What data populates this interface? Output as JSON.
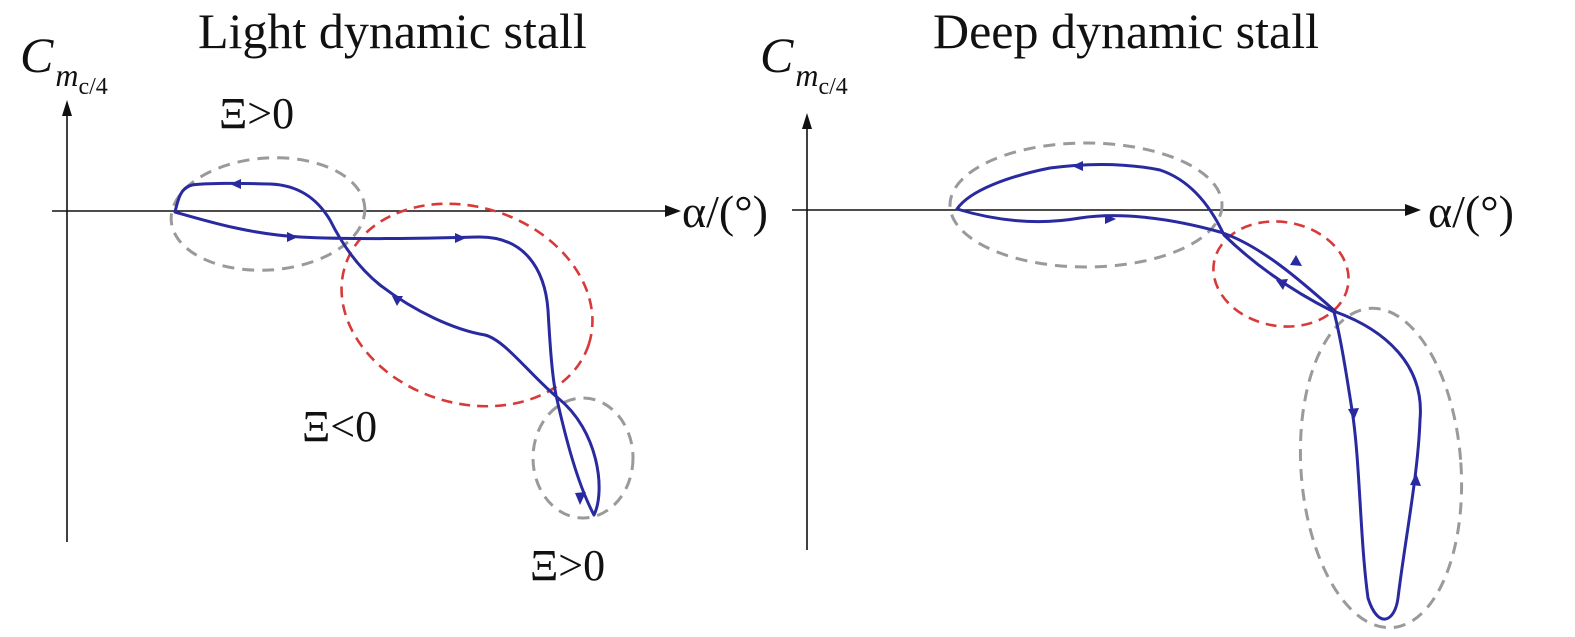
{
  "panels": [
    {
      "title": "Light dynamic stall",
      "y_label": {
        "main": "C",
        "sub": "m",
        "subsub": "c/4"
      },
      "x_label": "α/(°)",
      "regions": [
        {
          "label": "Ξ>0",
          "color": "#9a9a9a"
        },
        {
          "label": "Ξ<0",
          "color": "#d83a3a"
        },
        {
          "label": "Ξ>0",
          "color": "#9a9a9a"
        }
      ]
    },
    {
      "title": "Deep dynamic stall",
      "y_label": {
        "main": "C",
        "sub": "m",
        "subsub": "c/4"
      },
      "x_label": "α/(°)",
      "regions": [
        {
          "color": "#9a9a9a"
        },
        {
          "color": "#d83a3a"
        },
        {
          "color": "#9a9a9a"
        }
      ]
    }
  ],
  "colors": {
    "curve": "#2a2aa0",
    "axis": "#111111",
    "stable_region": "#9a9a9a",
    "unstable_region": "#d83a3a"
  }
}
